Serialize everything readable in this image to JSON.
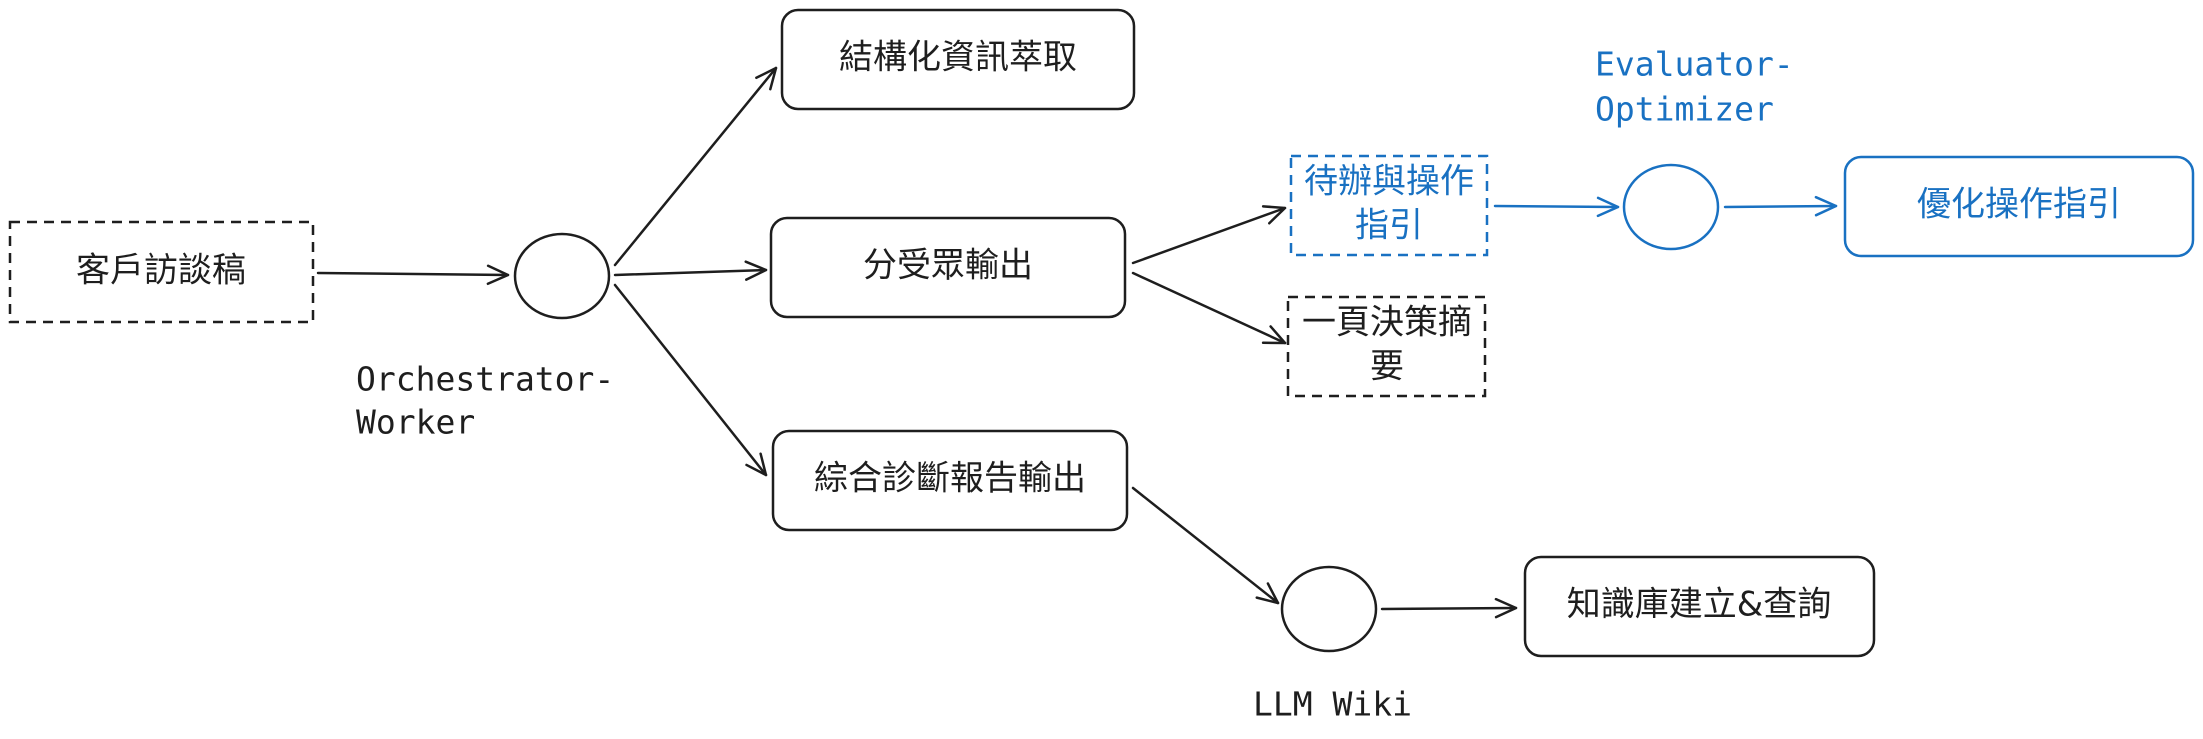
{
  "colors": {
    "ink": "#1e1e1e",
    "accent": "#1971c2",
    "background": "#ffffff"
  },
  "nodes": {
    "interview": {
      "label": "客戶訪談稿"
    },
    "extract": {
      "label": "結構化資訊萃取"
    },
    "audience": {
      "label": "分受眾輸出"
    },
    "report": {
      "label": "綜合診斷報告輸出"
    },
    "todo": {
      "line1": "待辦與操作",
      "line2": "指引"
    },
    "summary": {
      "line1": "一頁決策摘",
      "line2": "要"
    },
    "optimize": {
      "label": "優化操作指引"
    },
    "kb": {
      "label": "知識庫建立&查詢"
    }
  },
  "labels": {
    "orchestrator": {
      "line1": "Orchestrator-",
      "line2": "Worker"
    },
    "evaluator": {
      "line1": "Evaluator-",
      "line2": "Optimizer"
    },
    "llm_wiki": {
      "text": "LLM Wiki"
    }
  }
}
